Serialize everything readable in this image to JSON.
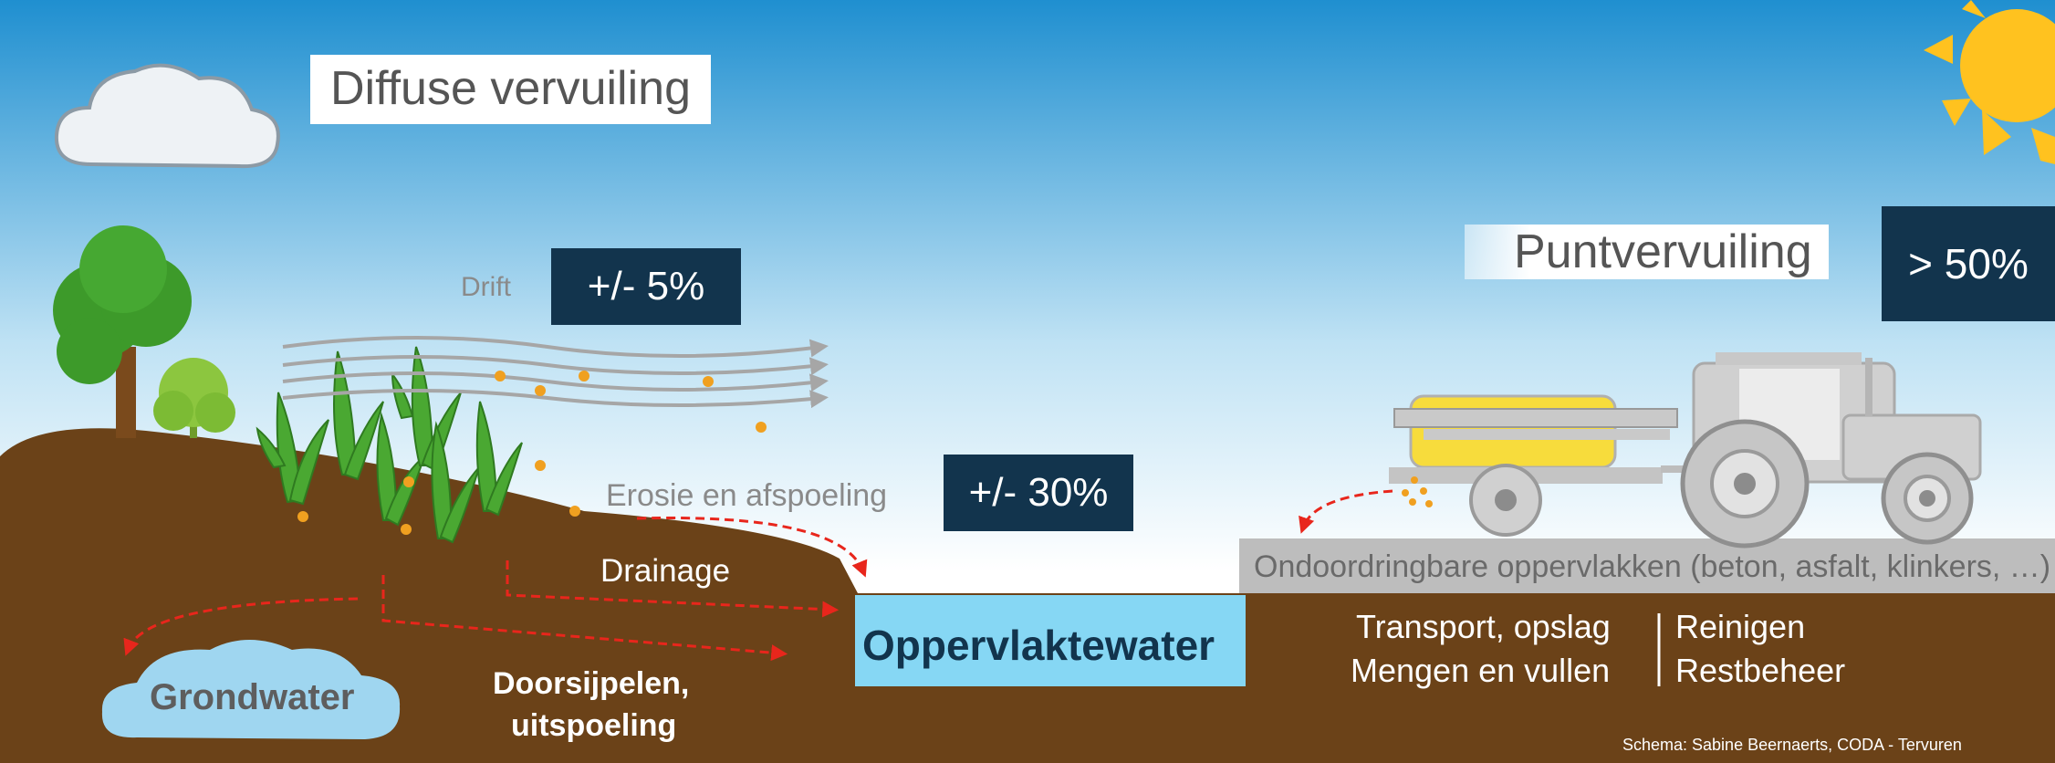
{
  "diffuse": {
    "title": "Diffuse vervuiling",
    "drift_label": "Drift",
    "drift_pct": "+/- 5%",
    "erosion_label": "Erosie en afspoeling",
    "erosion_pct": "+/- 30%",
    "drainage_label": "Drainage",
    "groundwater_label": "Grondwater",
    "leaching_line1": "Doorsijpelen,",
    "leaching_line2": "uitspoeling"
  },
  "surface_water": {
    "label": "Oppervlaktewater"
  },
  "point": {
    "title": "Puntvervuiling",
    "pct": "> 50%",
    "impermeable_label": "Ondoordringbare oppervlakken (beton, asfalt, klinkers, …)",
    "left_line1": "Transport, opslag",
    "left_line2": "Mengen  en vullen",
    "right_line1": "Reinigen",
    "right_line2": "Restbeheer"
  },
  "credit": "Schema: Sabine Beernaerts, CODA - Tervuren",
  "colors": {
    "sky_top": "#1f8fd0",
    "sky_bottom": "#ffffff",
    "soil": "#6b4218",
    "badge": "#12344d",
    "water": "#86d7f4",
    "arrow": "#e8261c",
    "plant": "#4aa832",
    "tree": "#3d9a2a",
    "sun": "#ffc21f",
    "drop": "#f0a020",
    "tank": "#f7dc3c",
    "machine": "#c0c0c0"
  },
  "icons": [
    "cloud-icon",
    "sun-icon",
    "tree-icon",
    "crop-icon",
    "tractor-icon",
    "sprayer-icon",
    "drift-wind-icon"
  ]
}
